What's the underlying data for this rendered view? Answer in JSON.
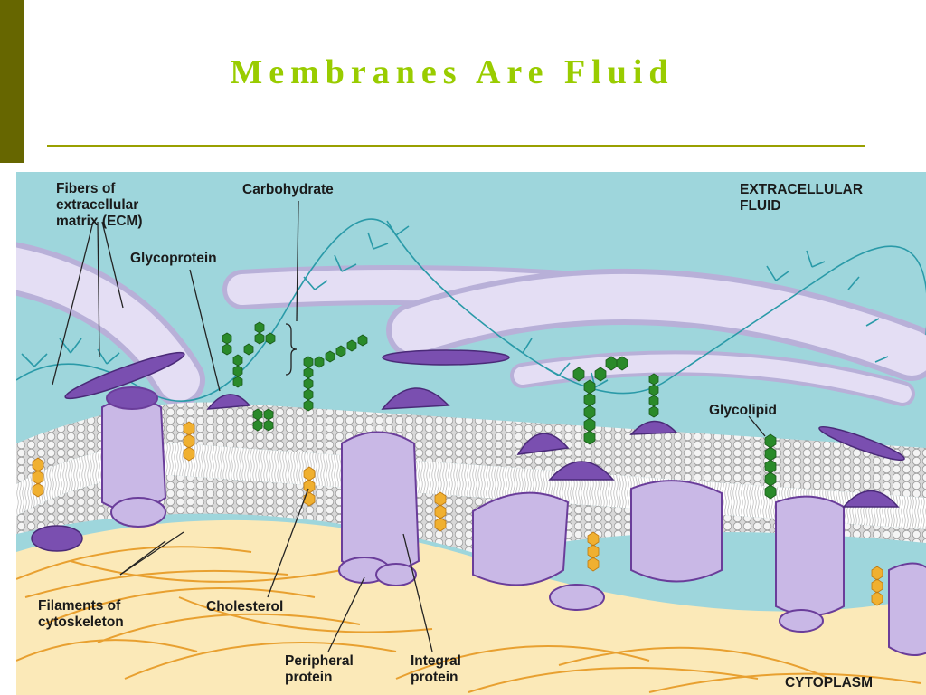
{
  "slide": {
    "title": "Membranes Are Fluid"
  },
  "labels": {
    "ecm": "Fibers of\nextracellular\nmatrix (ECM)",
    "carbohydrate": "Carbohydrate",
    "extracellular_fluid": "EXTRACELLULAR\nFLUID",
    "glycoprotein": "Glycoprotein",
    "glycolipid": "Glycolipid",
    "filaments": "Filaments of\ncytoskeleton",
    "cholesterol": "Cholesterol",
    "peripheral": "Peripheral\nprotein",
    "integral": "Integral\nprotein",
    "cytoplasm": "CYTOPLASM"
  },
  "colors": {
    "accent_bar": "#666600",
    "title": "#99cc00",
    "extracellular": "#9ed6dc",
    "cytoplasm": "#fbe9b8",
    "protein": "#c9b8e6",
    "protein_dark": "#6a3d9a",
    "carbohydrate": "#2a8a2a",
    "cholesterol": "#f0b030",
    "ecm_fiber": "#e2dcf2",
    "filament": "#e8a030"
  }
}
